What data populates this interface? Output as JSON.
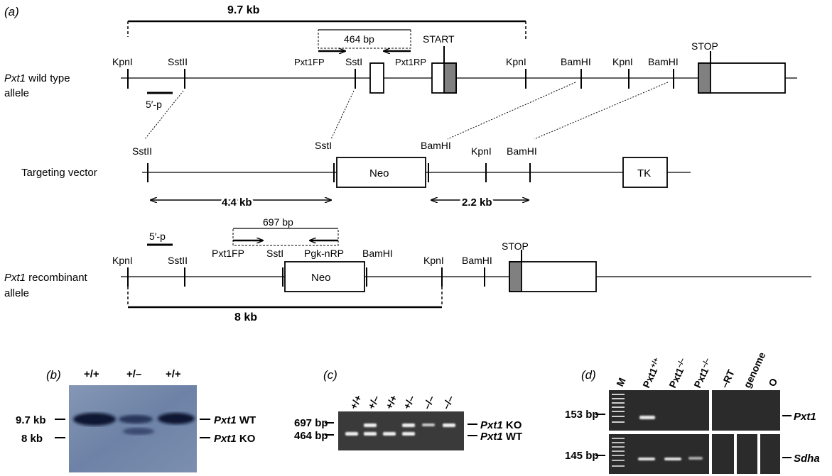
{
  "panel_a": {
    "label": "(a)",
    "wt_allele": {
      "name": "Pxt1",
      "suffix": " wild type",
      "line2": "allele"
    },
    "targeting_vector": "Targeting vector",
    "rec_allele": {
      "name": "Pxt1",
      "suffix": " recombinant",
      "line2": "allele"
    },
    "top_bracket": "9.7 kb",
    "pcr_464": "464 bp",
    "start": "START",
    "stop": "STOP",
    "kpni": "KpnI",
    "sstii": "SstII",
    "ssti": "SstI",
    "bamhi": "BamHI",
    "pxt1fp": "Pxt1FP",
    "pxt1rp": "Pxt1RP",
    "probe": "5′-p",
    "neo": "Neo",
    "tk": "TK",
    "dist_4_4": "4.4 kb",
    "dist_2_2": "2.2 kb",
    "pcr_697": "697 bp",
    "pgk_nrp": "Pgk-nRP",
    "bottom_bracket": "8 kb"
  },
  "panel_b": {
    "label": "(b)",
    "lanes": [
      "+/+",
      "+/–",
      "+/+"
    ],
    "size_wt": "9.7 kb",
    "size_ko": "8 kb",
    "band_wt": {
      "gene": "Pxt1",
      "type": " WT"
    },
    "band_ko": {
      "gene": "Pxt1",
      "type": " KO"
    }
  },
  "panel_c": {
    "label": "(c)",
    "lanes": [
      "+/+",
      "+/–",
      "+/+",
      "+/–",
      "–/–",
      "–/–"
    ],
    "size_ko": "697 bp",
    "size_wt": "464 bp",
    "band_ko": {
      "gene": "Pxt1",
      "type": " KO"
    },
    "band_wt": {
      "gene": "Pxt1",
      "type": " WT"
    }
  },
  "panel_d": {
    "label": "(d)",
    "lanes": [
      {
        "text": "M"
      },
      {
        "text": "Pxt1",
        "sup": "+/+"
      },
      {
        "text": "Pxt1",
        "sup": "–/–"
      },
      {
        "text": "Pxt1",
        "sup": "–/–"
      },
      {
        "text": "–RT"
      },
      {
        "text": "genome"
      },
      {
        "text": "O"
      }
    ],
    "size_top": "153 bp",
    "size_bottom": "145 bp",
    "gene_top": "Pxt1",
    "gene_bottom": "Sdha"
  }
}
